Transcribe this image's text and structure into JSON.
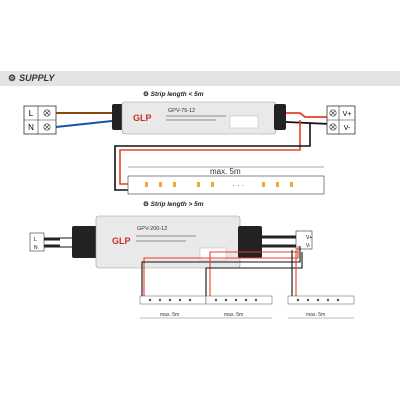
{
  "header": {
    "title": "SUPPLY",
    "icon": "gear-icon"
  },
  "section1": {
    "title": "Strip length < 5m",
    "psu_model": "GPV-75-12",
    "brand": "GLP",
    "input_terminals": [
      "L",
      "N"
    ],
    "output_terminals": [
      "V+",
      "V-"
    ],
    "strip_label": "max. 5m"
  },
  "section2": {
    "title": "Strip length > 5m",
    "psu_model": "GPV-200-12",
    "brand": "GLP",
    "input_terminals": [
      "L",
      "N"
    ],
    "output_terminals": [
      "V+",
      "V-"
    ],
    "strip_labels": [
      "max. 5m",
      "max. 5m",
      "max. 5m"
    ]
  },
  "colors": {
    "live_wire": "#8b4513",
    "neutral_wire": "#1f4fa8",
    "positive_wire": "#e8402a",
    "negative_wire": "#111111",
    "brand_red": "#c8302a"
  }
}
